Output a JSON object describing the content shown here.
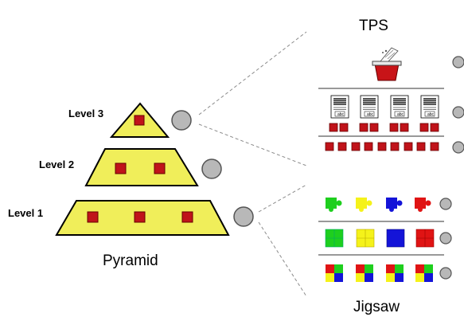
{
  "titles": {
    "tps": "TPS",
    "jigsaw": "Jigsaw",
    "pyramid": "Pyramid"
  },
  "levels": {
    "level3": "Level 3",
    "level2": "Level 2",
    "level1": "Level 1"
  },
  "doc_text": "abc",
  "colors": {
    "pyramid_fill": "#f0ee5a",
    "red_square": "#c0131a",
    "gray_circle": "#b8b8b8",
    "dashed_line": "#8c8c8c",
    "green": "#1ecf1e",
    "yellow": "#f5f21a",
    "blue": "#1414d8",
    "red": "#e01414"
  },
  "icons": [
    "ballot-box-icon",
    "document-icon",
    "puzzle-piece-icon",
    "gray-circle-icon"
  ]
}
